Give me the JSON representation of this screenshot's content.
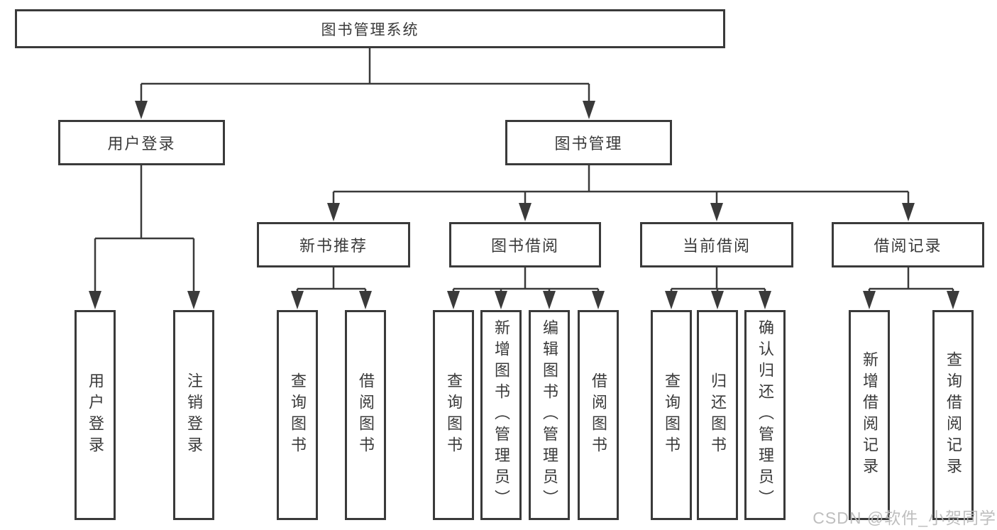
{
  "diagram": {
    "type": "hierarchy-flowchart",
    "root": {
      "label": "图书管理系统"
    },
    "branches": [
      {
        "label": "用户登录",
        "children": [
          {
            "label": "用户登录"
          },
          {
            "label": "注销登录"
          }
        ]
      },
      {
        "label": "图书管理",
        "children": [
          {
            "label": "新书推荐",
            "children": [
              {
                "label": "查询图书"
              },
              {
                "label": "借阅图书"
              }
            ]
          },
          {
            "label": "图书借阅",
            "children": [
              {
                "label": "查询图书"
              },
              {
                "label": "新增图书（管理员）"
              },
              {
                "label": "编辑图书（管理员）"
              },
              {
                "label": "借阅图书"
              }
            ]
          },
          {
            "label": "当前借阅",
            "children": [
              {
                "label": "查询图书"
              },
              {
                "label": "归还图书"
              },
              {
                "label": "确认归还（管理员）"
              }
            ]
          },
          {
            "label": "借阅记录",
            "children": [
              {
                "label": "新增借阅记录"
              },
              {
                "label": "查询借阅记录"
              }
            ]
          }
        ]
      }
    ]
  },
  "watermark": {
    "text": "CSDN @软件_小贺同学",
    "color": "#b9b9b9"
  },
  "colors": {
    "line": "#3a3a3a",
    "box_border": "#3a3a3a",
    "text": "#3a3a3a",
    "background": "#ffffff"
  }
}
